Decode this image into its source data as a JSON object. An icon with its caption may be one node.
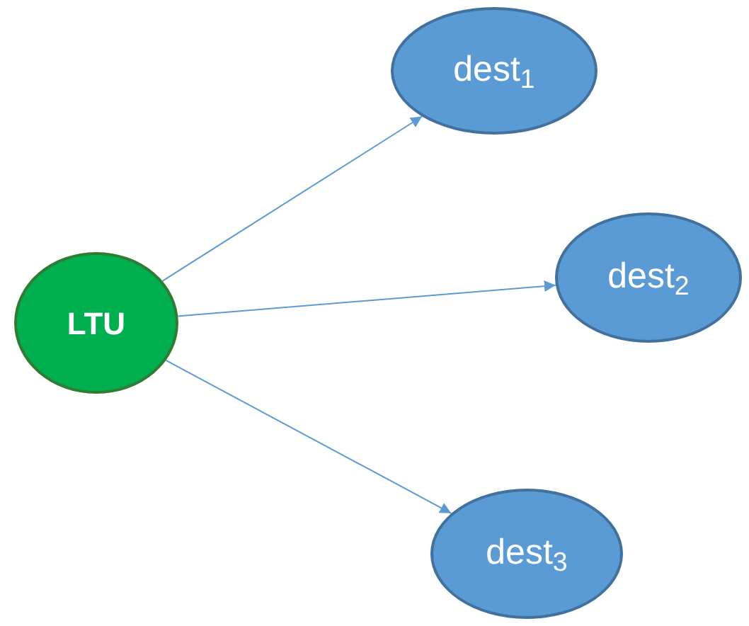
{
  "diagram": {
    "nodes": [
      {
        "text": [
          "LTU"
        ]
      },
      {
        "text": [
          "dest$_{1}$"
        ]
      },
      {
        "text": [
          "dest$_{2}$"
        ]
      },
      {
        "text": [
          "dest$_{3}$"
        ]
      }
    ],
    "edges": [
      {
        "from": 0,
        "to": 1,
        "arrow": "to"
      },
      {
        "from": 0,
        "to": 2,
        "arrow": "to"
      },
      {
        "from": 0,
        "to": 3,
        "arrow": "to"
      }
    ]
  }
}
